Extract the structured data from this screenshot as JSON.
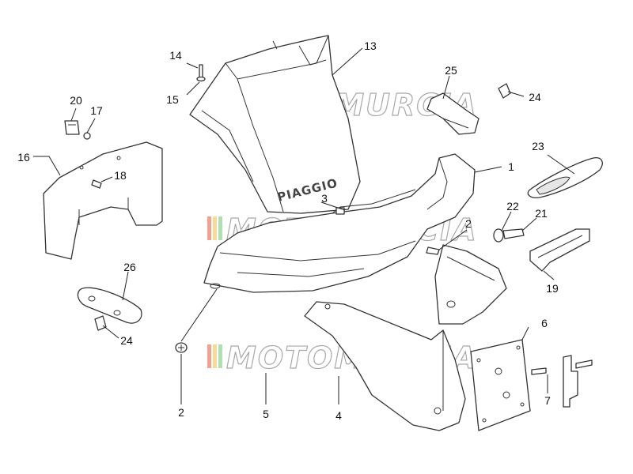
{
  "brand_text": "PIAGGIO",
  "watermark": {
    "text": "MOTOMURCIA"
  },
  "colors": {
    "stroke": "#333333",
    "watermark_red": "#e8624a",
    "watermark_yellow": "#f2c14e",
    "watermark_green": "#7fc97f",
    "watermark_outline": "#8c8c8c"
  },
  "callouts": [
    {
      "id": "14",
      "text": "14"
    },
    {
      "id": "15",
      "text": "15"
    },
    {
      "id": "13",
      "text": "13"
    },
    {
      "id": "25",
      "text": "25"
    },
    {
      "id": "24a",
      "text": "24"
    },
    {
      "id": "20",
      "text": "20"
    },
    {
      "id": "17",
      "text": "17"
    },
    {
      "id": "16",
      "text": "16"
    },
    {
      "id": "18",
      "text": "18"
    },
    {
      "id": "1",
      "text": "1"
    },
    {
      "id": "23",
      "text": "23"
    },
    {
      "id": "3",
      "text": "3"
    },
    {
      "id": "22",
      "text": "22"
    },
    {
      "id": "21",
      "text": "21"
    },
    {
      "id": "2a",
      "text": "2"
    },
    {
      "id": "19",
      "text": "19"
    },
    {
      "id": "26",
      "text": "26"
    },
    {
      "id": "24b",
      "text": "24"
    },
    {
      "id": "6",
      "text": "6"
    },
    {
      "id": "7",
      "text": "7"
    },
    {
      "id": "2b",
      "text": "2"
    },
    {
      "id": "5",
      "text": "5"
    },
    {
      "id": "4",
      "text": "4"
    }
  ]
}
